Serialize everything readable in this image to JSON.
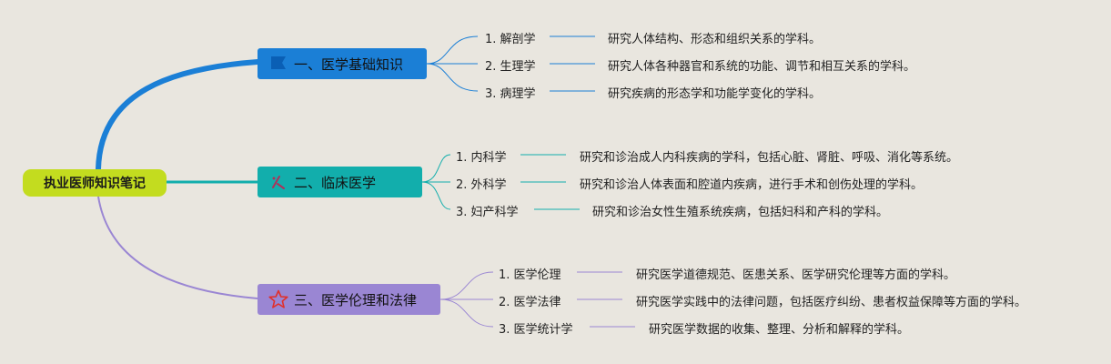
{
  "root": {
    "label": "执业医师知识笔记"
  },
  "branches": [
    {
      "label": "一、医学基础知识",
      "icon": "flag-icon",
      "color": "#1b7fd6",
      "items": [
        {
          "title": "1. 解剖学",
          "desc": "研究人体结构、形态和组织关系的学科。"
        },
        {
          "title": "2. 生理学",
          "desc": "研究人体各种器官和系统的功能、调节和相互关系的学科。"
        },
        {
          "title": "3. 病理学",
          "desc": "研究疾病的形态学和功能学变化的学科。"
        }
      ]
    },
    {
      "label": "二、临床医学",
      "icon": "medical-tools-icon",
      "color": "#12aeac",
      "items": [
        {
          "title": "1. 内科学",
          "desc": "研究和诊治成人内科疾病的学科，包括心脏、肾脏、呼吸、消化等系统。"
        },
        {
          "title": "2. 外科学",
          "desc": "研究和诊治人体表面和腔道内疾病，进行手术和创伤处理的学科。"
        },
        {
          "title": "3. 妇产科学",
          "desc": "研究和诊治女性生殖系统疾病，包括妇科和产科的学科。"
        }
      ]
    },
    {
      "label": "三、医学伦理和法律",
      "icon": "star-icon",
      "color": "#9a86d3",
      "items": [
        {
          "title": "1. 医学伦理",
          "desc": "研究医学道德规范、医患关系、医学研究伦理等方面的学科。"
        },
        {
          "title": "2. 医学法律",
          "desc": "研究医学实践中的法律问题，包括医疗纠纷、患者权益保障等方面的学科。"
        },
        {
          "title": "3. 医学统计学",
          "desc": "研究医学数据的收集、整理、分析和解释的学科。"
        }
      ]
    }
  ]
}
